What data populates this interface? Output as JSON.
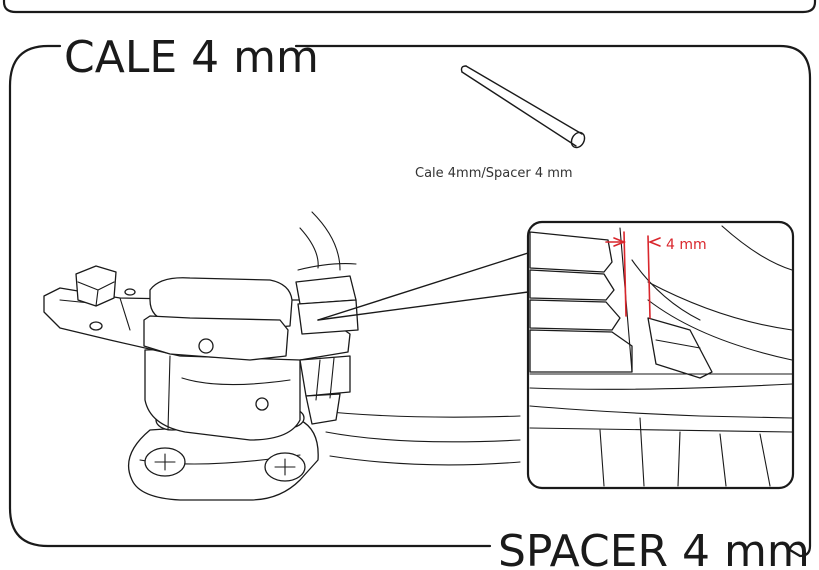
{
  "title_top": "CALE 4 mm",
  "title_bottom": "SPACER 4 mm",
  "part_label": "Cale 4mm/Spacer 4 mm",
  "dimension_label": "4 mm",
  "colors": {
    "line": "#1a1a1a",
    "dimension": "#d9262c",
    "background": "#ffffff"
  }
}
